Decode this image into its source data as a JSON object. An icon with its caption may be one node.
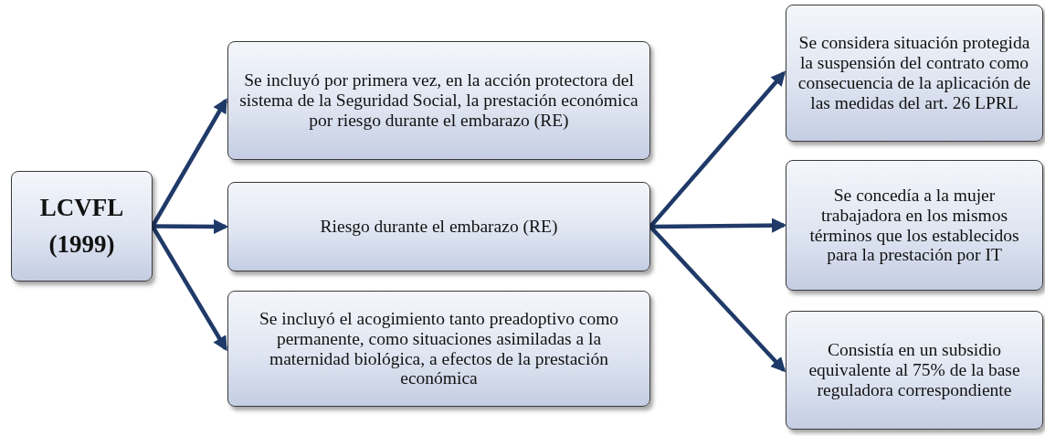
{
  "diagram": {
    "nodes": [
      {
        "text": [
          "LCVFL (1999)"
        ]
      },
      {
        "text": [
          "Se incluyó por primera vez, en la acción protectora del sistema de la Seguridad Social, la prestación económica por riesgo durante el embarazo (RE)"
        ]
      },
      {
        "text": [
          "Riesgo durante el embarazo (RE)"
        ]
      },
      {
        "text": [
          "Se incluyó el acogimiento tanto preadoptivo como permanente, como situaciones asimiladas a la maternidad biológica, a efectos de la prestación económica"
        ]
      },
      {
        "text": [
          "Se considera situación protegida la suspensión del contrato como consecuencia de la aplicación de las medidas del art. 26 LPRL"
        ]
      },
      {
        "text": [
          "Se concedía a la mujer trabajadora en los mismos términos que los establecidos para la prestación por IT"
        ]
      },
      {
        "text": [
          "Consistía en un subsidio equivalente al 75% de la base reguladora correspondiente"
        ]
      }
    ],
    "edges": [
      {
        "from": 0,
        "to": 1,
        "arrow": "to"
      },
      {
        "from": 0,
        "to": 2,
        "arrow": "to"
      },
      {
        "from": 0,
        "to": 3,
        "arrow": "to"
      },
      {
        "from": 2,
        "to": 4,
        "arrow": "to"
      },
      {
        "from": 2,
        "to": 5,
        "arrow": "to"
      },
      {
        "from": 2,
        "to": 6,
        "arrow": "to"
      }
    ]
  }
}
